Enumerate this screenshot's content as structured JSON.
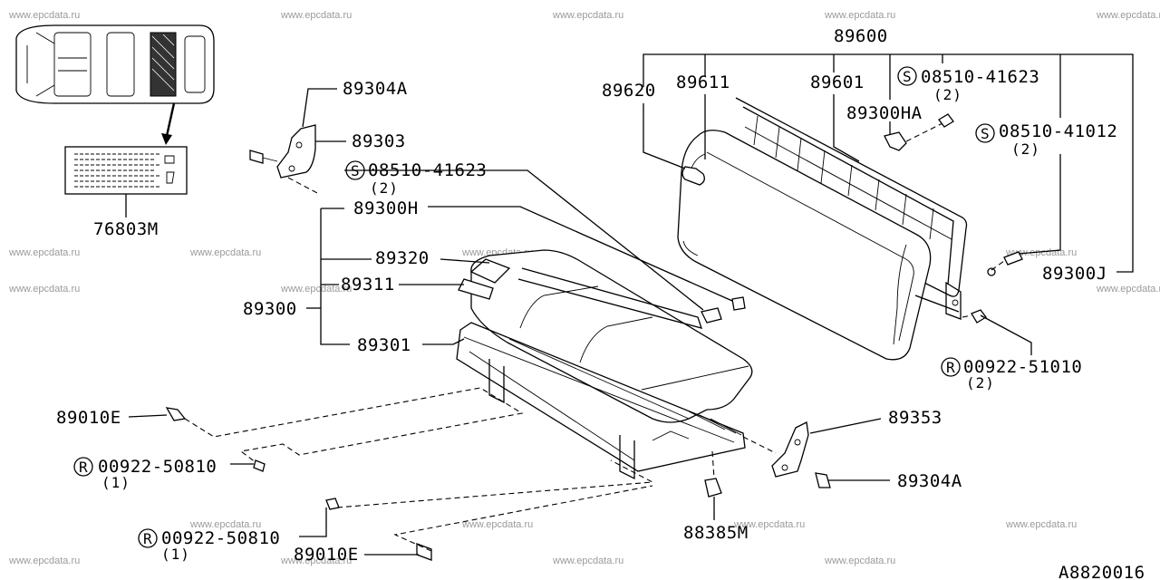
{
  "watermark": "www.epcdata.ru",
  "figure_code": "A8820016",
  "callouts": {
    "c89600": "89600",
    "c89620": "89620",
    "c89611": "89611",
    "c89601": "89601",
    "c89300HA": "89300HA",
    "c08510_41623_top": "08510-41623",
    "c08510_41623_top_qty": "(2)",
    "c08510_41012": "08510-41012",
    "c08510_41012_qty": "(2)",
    "c89300J": "89300J",
    "c00922_51010": "00922-51010",
    "c00922_51010_qty": "(2)",
    "c89304A_top": "89304A",
    "c89303": "89303",
    "c08510_41623_mid": "08510-41623",
    "c08510_41623_mid_qty": "(2)",
    "c89300H": "89300H",
    "c89320": "89320",
    "c89311": "89311",
    "c89300": "89300",
    "c89301": "89301",
    "c76803M": "76803M",
    "c89010E_top": "89010E",
    "c00922_50810_top": "00922-50810",
    "c00922_50810_top_qty": "(1)",
    "c00922_50810_bot": "00922-50810",
    "c00922_50810_bot_qty": "(1)",
    "c89010E_bot": "89010E",
    "c89353": "89353",
    "c89304A_bot": "89304A",
    "c88385M": "88385M"
  },
  "prefix_marks": {
    "screw": "S",
    "rivet": "R"
  }
}
